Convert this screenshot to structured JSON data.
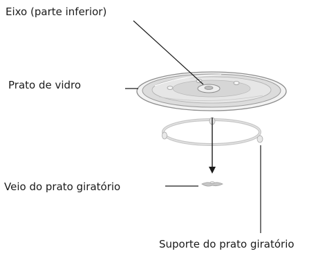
{
  "labels": {
    "axis": "Eixo (parte inferior)",
    "glass_plate": "Prato de vidro",
    "shaft": "Veio do prato giratório",
    "support": "Suporte do prato giratório"
  },
  "colors": {
    "text": "#1a1a1a",
    "line": "#1a1a1a",
    "plate_fill": "#e0e0e0",
    "plate_edge": "#9a9a9a",
    "ring": "#c4c4c4"
  }
}
